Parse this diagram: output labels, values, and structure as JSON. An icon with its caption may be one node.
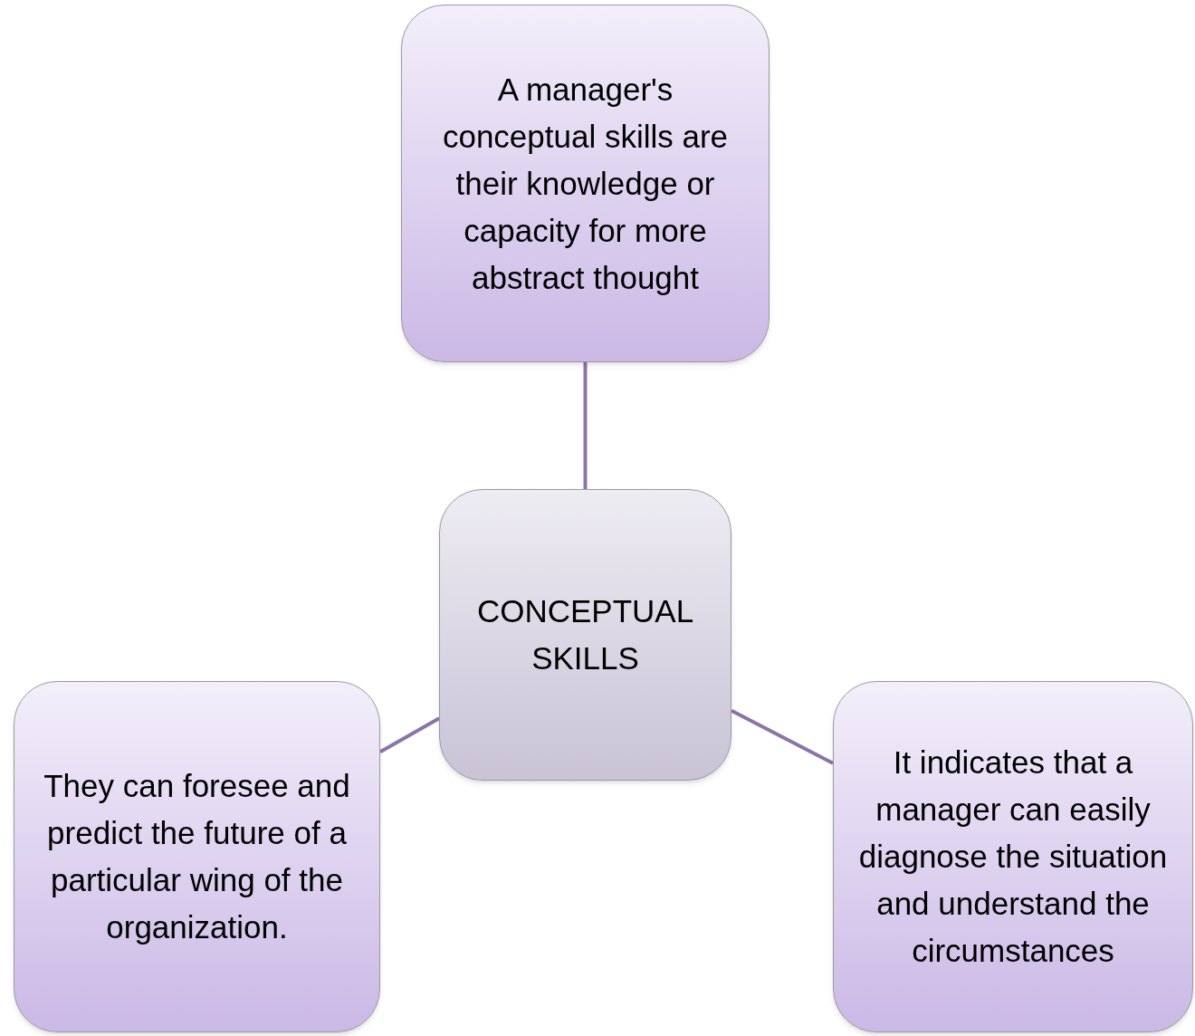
{
  "diagram": {
    "nodes": [
      {
        "text": [
          "A manager's conceptual skills are their knowledge or capacity for more abstract thought"
        ]
      },
      {
        "text": [
          "CONCEPTUAL SKILLS"
        ]
      },
      {
        "text": [
          "They can foresee and predict the future of a particular wing of the organization."
        ]
      },
      {
        "text": [
          "It indicates that a manager can easily diagnose the situation and understand the circumstances"
        ]
      }
    ],
    "edges": [
      {
        "from": 1,
        "to": 0,
        "arrow": "none"
      },
      {
        "from": 1,
        "to": 2,
        "arrow": "none"
      },
      {
        "from": 1,
        "to": 3,
        "arrow": "none"
      }
    ]
  }
}
